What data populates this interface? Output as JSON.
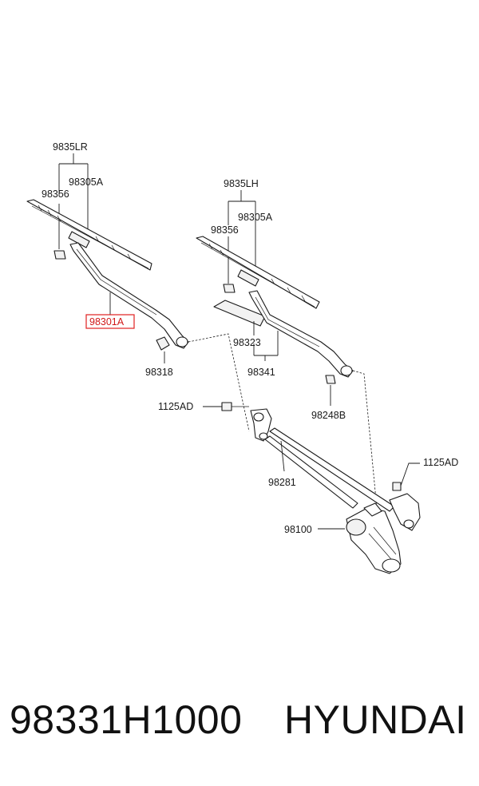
{
  "diagram": {
    "labels": {
      "wiper_set_lr": "9835LR",
      "blade_refill_lr": "98305A",
      "clip_lr": "98356",
      "arm_lr": "98301A",
      "cap_lr": "98318",
      "wiper_set_lh": "9835LH",
      "blade_refill_lh": "98305A",
      "clip_lh": "98356",
      "cover": "98323",
      "arm_lh": "98341",
      "nut": "98248B",
      "bolt_left": "1125AD",
      "bolt_right": "1125AD",
      "linkage": "98281",
      "motor": "98100"
    },
    "highlight_color": "#e02020"
  },
  "caption": {
    "part_number": "98331H1000",
    "brand": "HYUNDAI"
  }
}
